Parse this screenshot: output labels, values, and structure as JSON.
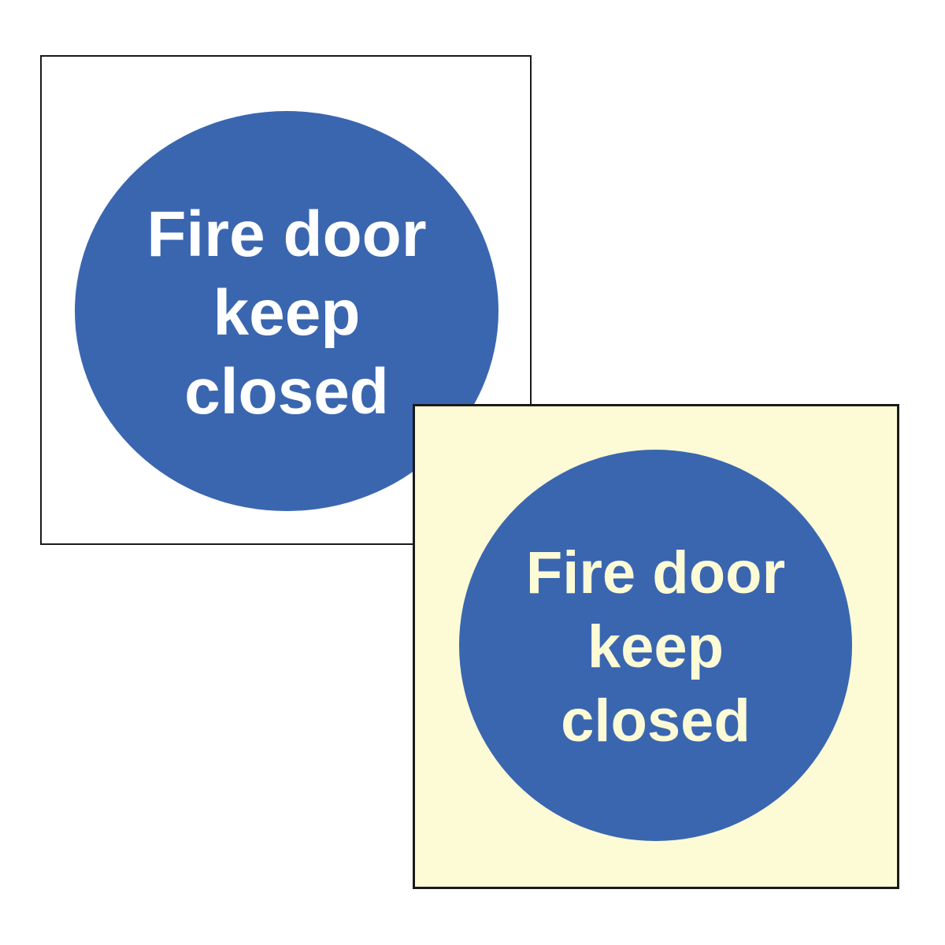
{
  "colors": {
    "background": "#ffffff",
    "disc_blue": "#3a66b0",
    "white_sign_background": "#ffffff",
    "white_sign_text": "#ffffff",
    "glow_sign_background": "#fdfbd6",
    "glow_sign_text": "#fdfbd6",
    "border": "#1a1a1a"
  },
  "signs": [
    {
      "variant": "white",
      "lines": [
        "Fire door",
        "keep",
        "closed"
      ]
    },
    {
      "variant": "photoluminescent",
      "lines": [
        "Fire door",
        "keep",
        "closed"
      ]
    }
  ]
}
